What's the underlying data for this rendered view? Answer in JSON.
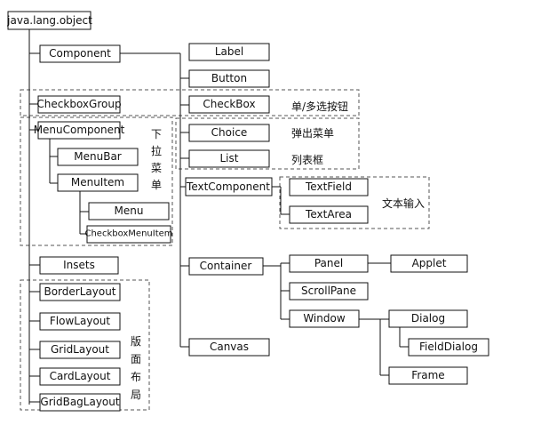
{
  "nodes": {
    "root": "java.lang.object",
    "component": "Component",
    "label": "Label",
    "button": "Button",
    "checkbox": "CheckBox",
    "choice": "Choice",
    "list": "List",
    "textcomponent": "TextComponent",
    "textfield": "TextField",
    "textarea": "TextArea",
    "container": "Container",
    "panel": "Panel",
    "applet": "Applet",
    "scrollpane": "ScrollPane",
    "window": "Window",
    "dialog": "Dialog",
    "fielddialog": "FieldDialog",
    "frame": "Frame",
    "canvas": "Canvas",
    "checkboxgroup": "CheckboxGroup",
    "menucomponent": "MenuComponent",
    "menubar": "MenuBar",
    "menuitem": "MenuItem",
    "menu": "Menu",
    "checkboxmenuitem": "CheckboxMenuItem",
    "insets": "Insets",
    "borderlayout": "BorderLayout",
    "flowlayout": "FlowLayout",
    "gridlayout": "GridLayout",
    "cardlayout": "CardLayout",
    "gridbaglayout": "GridBagLayout"
  },
  "notes": {
    "checkbox_group": "单/多选按钮",
    "popup_menu": "弹出菜单",
    "list_box": "列表框",
    "text_input": "文本输入",
    "dropdown_menu": [
      "下",
      "拉",
      "菜",
      "单"
    ],
    "layout": [
      "版",
      "面",
      "布",
      "局"
    ]
  }
}
